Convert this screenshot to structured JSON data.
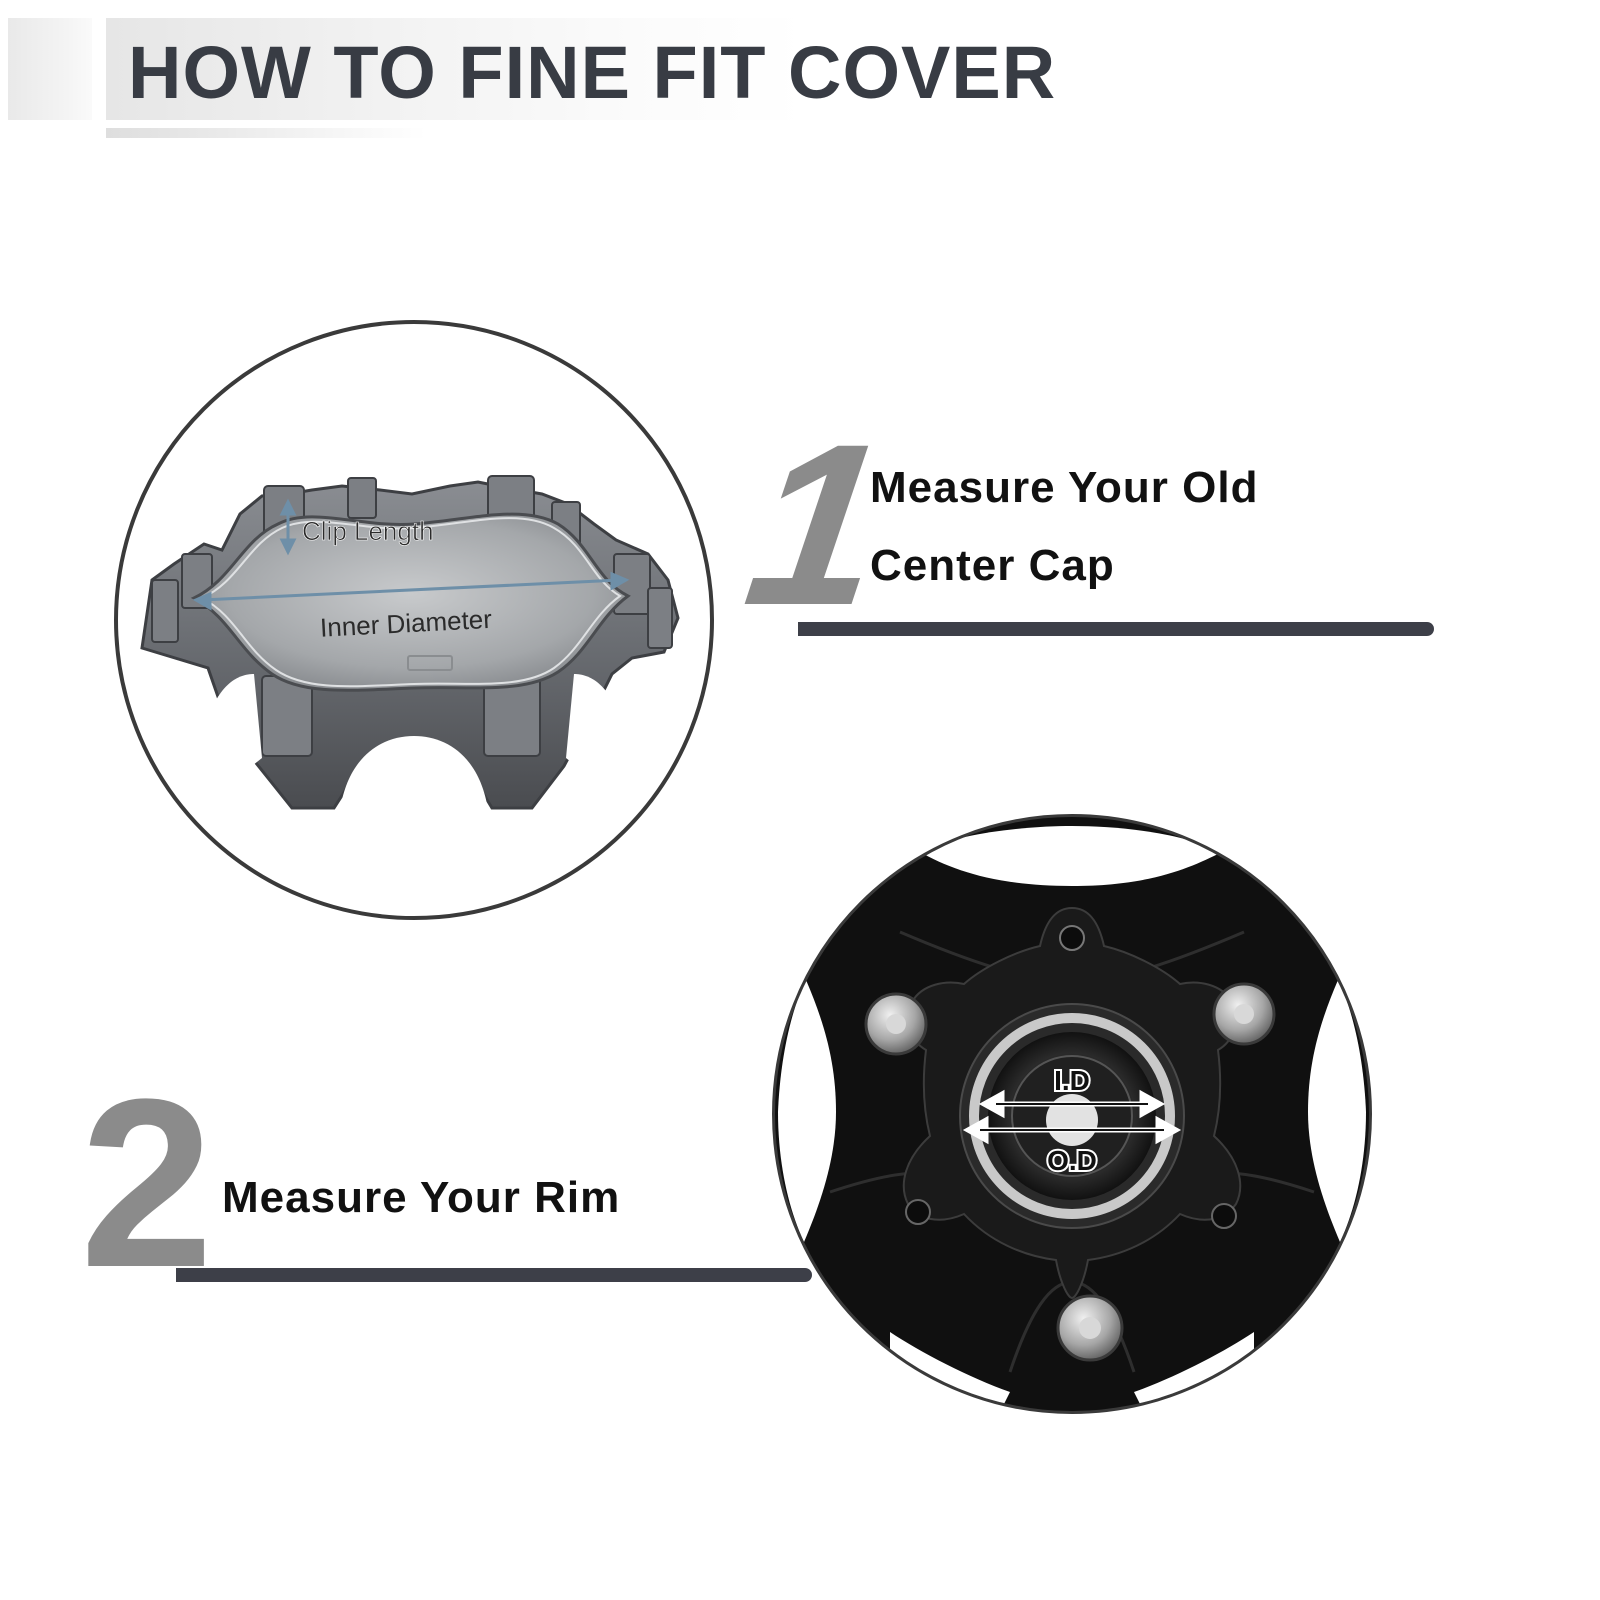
{
  "header": {
    "title": "HOW TO FINE FIT COVER"
  },
  "step1": {
    "number": "1",
    "line1": "Measure Your Old",
    "line2": "Center Cap",
    "labels": {
      "clip_length": "Clip Length",
      "inner_diameter": "Inner Diameter"
    }
  },
  "step2": {
    "number": "2",
    "text": "Measure Your Rim",
    "labels": {
      "id": "I.D",
      "od": "O.D"
    }
  },
  "colors": {
    "title_text": "#383c44",
    "step_number": "#8b8b8b",
    "underline": "#3d3f48",
    "measure_arrow": "#6e8fa8"
  },
  "icons": {
    "cap": "center-cap-photo",
    "hub": "wheel-hub-photo"
  }
}
